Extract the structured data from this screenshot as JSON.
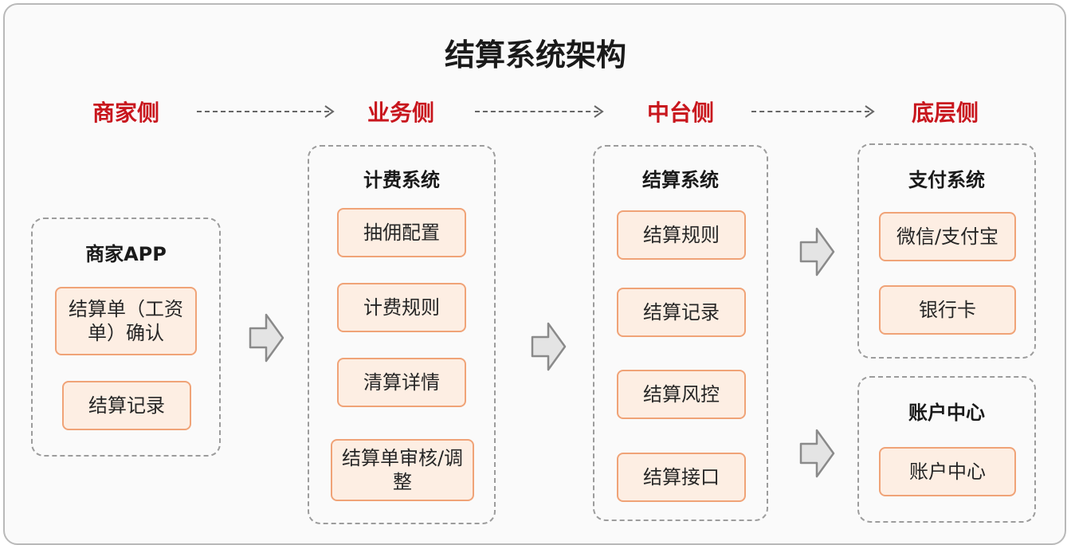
{
  "title": "结算系统架构",
  "columns": {
    "merchant": "商家侧",
    "business": "业务侧",
    "middle": "中台侧",
    "base": "底层侧"
  },
  "merchant_panel": {
    "title": "商家APP",
    "items": [
      "结算单（工资单）确认",
      "结算记录"
    ]
  },
  "billing_panel": {
    "title": "计费系统",
    "items": [
      "抽佣配置",
      "计费规则",
      "清算详情",
      "结算单审核/调整"
    ]
  },
  "settlement_panel": {
    "title": "结算系统",
    "items": [
      "结算规则",
      "结算记录",
      "结算风控",
      "结算接口"
    ]
  },
  "payment_panel": {
    "title": "支付系统",
    "items": [
      "微信/支付宝",
      "银行卡"
    ]
  },
  "account_panel": {
    "title": "账户中心",
    "items": [
      "账户中心"
    ]
  },
  "colors": {
    "accent_red": "#c8161d",
    "box_fill": "#fdeee3",
    "box_border": "#f0a377"
  }
}
